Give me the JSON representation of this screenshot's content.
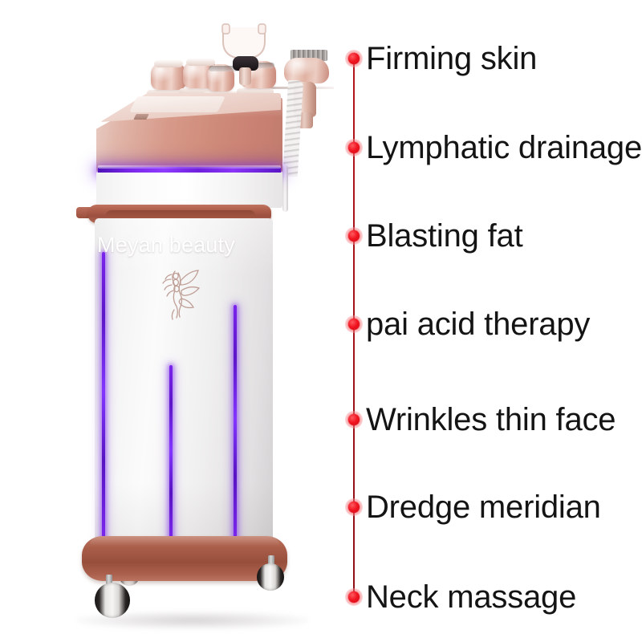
{
  "brand": {
    "watermark": "Meyan beauty"
  },
  "product": {
    "name": "multifunction beauty machine trolley",
    "body_color": "#d79a8a",
    "accent_copper": "#a85d49",
    "led_color": "#7a24ec",
    "cabinet_color": "#f4f3f4",
    "handpieces": [
      {
        "name": "cavitation-handpiece"
      },
      {
        "name": "rf-handpiece"
      },
      {
        "name": "vacuum-handpiece"
      },
      {
        "name": "u-shape-applicator"
      },
      {
        "name": "microneedle-rf-handpiece"
      }
    ]
  },
  "features": {
    "line_color": "#b3141b",
    "bullet_color": "#ec1119",
    "text_color": "#141414",
    "items": [
      {
        "label": "Firming skin"
      },
      {
        "label": "Lymphatic drainage"
      },
      {
        "label": "Blasting fat"
      },
      {
        "label": "pai acid therapy"
      },
      {
        "label": "Wrinkles thin face"
      },
      {
        "label": "Dredge meridian"
      },
      {
        "label": "Neck massage"
      }
    ]
  }
}
